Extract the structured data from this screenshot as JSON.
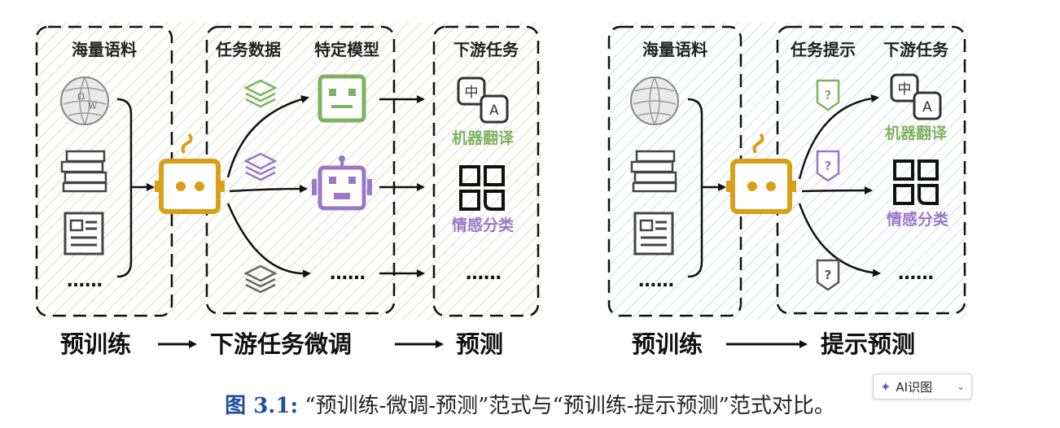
{
  "left": {
    "corpus_title": "海量语料",
    "task_data_title": "任务数据",
    "specific_model_title": "特定模型",
    "downstream_title": "下游任务",
    "machine_translation": "机器翻译",
    "sentiment_classification": "情感分类",
    "dots": "……",
    "flow": {
      "step1": "预训练",
      "step2": "下游任务微调",
      "step3": "预测"
    }
  },
  "right": {
    "corpus_title": "海量语料",
    "task_prompt_title": "任务提示",
    "downstream_title": "下游任务",
    "machine_translation": "机器翻译",
    "sentiment_classification": "情感分类",
    "dots": "……",
    "flow": {
      "step1": "预训练",
      "step2": "提示预测"
    }
  },
  "icons": {
    "zh_glyph": "中",
    "en_glyph": "A",
    "question": "?"
  },
  "colors": {
    "green": "#7fb35f",
    "purple": "#9a78c8",
    "gold": "#d9a017",
    "grey": "#555555"
  },
  "caption": {
    "figure": "图 3.1:",
    "text": "“预训练-微调-预测”范式与“预训练-提示预测”范式对比。"
  },
  "ai_button": {
    "label": "AI识图"
  }
}
